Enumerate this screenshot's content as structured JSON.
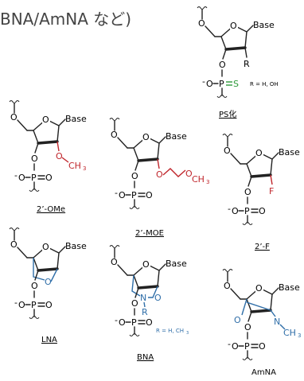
{
  "title": "BNA/AmNA など)",
  "atoms": {
    "base": "Base",
    "oxygen": "O",
    "phosphorus": "P",
    "sulfur": "S",
    "nitrogen": "N",
    "r": "R",
    "methoxy": "O",
    "ch3": "CH",
    "ch3_sub": "3",
    "fluorine": "F",
    "minus": "-",
    "equals": "=",
    "ps_r_note": "R = H, OH",
    "bna_r_note": "R = H, CH",
    "bna_r_note_sub": "3"
  },
  "labels": {
    "ps": "PS化",
    "ome": "2’-OMe",
    "moe": "2’-MOE",
    "fluoro": "2’-F",
    "lna": "LNA",
    "bna": "BNA",
    "amna": "AmNA"
  },
  "colors": {
    "red": "#c0262c",
    "blue": "#2f6ea8",
    "green": "#2e9a3a",
    "black": "#222222"
  }
}
